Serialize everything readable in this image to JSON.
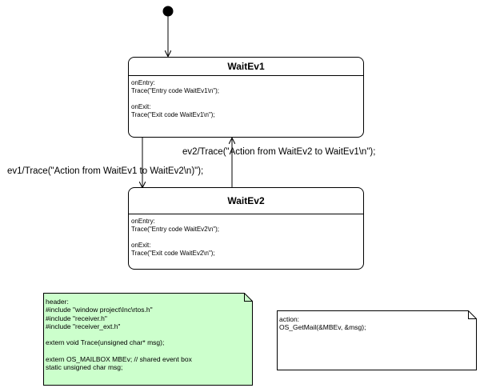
{
  "states": {
    "wait1": {
      "name": "WaitEv1",
      "entry_label": "onEntry:",
      "entry_code": "Trace(\"Entry code WaitEv1\\n\");",
      "exit_label": "onExit:",
      "exit_code": "Trace(\"Exit code WaitEv1\\n\");"
    },
    "wait2": {
      "name": "WaitEv2",
      "entry_label": "onEntry:",
      "entry_code": "Trace(\"Entry code WaitEv2\\n\");",
      "exit_label": "onExit:",
      "exit_code": "Trace(\"Exit code WaitEv2\\n\");"
    }
  },
  "transitions": {
    "ev1": "ev1/Trace(\"Action from WaitEv1 to WaitEv2\\n)\");",
    "ev2": "ev2/Trace(\"Action from WaitEv2 to WaitEv1\\n\");"
  },
  "header_note": {
    "l1": "header:",
    "l2": "#include \"window project\\Inc\\rtos.h\"",
    "l3": "#include \"receiver.h\"",
    "l4": "#include \"receiver_ext.h\"",
    "l5": "extern void Trace(unsigned char* msg);",
    "l6": "extern OS_MAILBOX MBEv; // shared event box",
    "l7": "static unsigned char msg;",
    "fill": "#ccffcc"
  },
  "action_note": {
    "l1": "action:",
    "l2": "OS_GetMail(&MBEv, &msg);",
    "fill": "#ffffff"
  }
}
